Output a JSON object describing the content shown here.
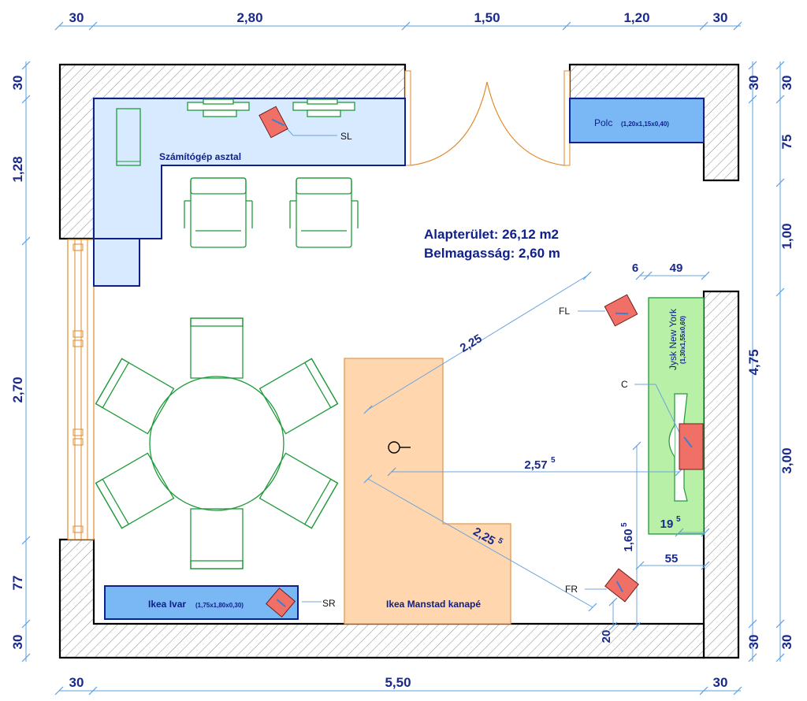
{
  "dimensions": {
    "top": [
      "30",
      "2,80",
      "1,50",
      "1,20",
      "30"
    ],
    "bottom": [
      "30",
      "5,50",
      "30"
    ],
    "left": [
      "30",
      "1,28",
      "2,70",
      "77",
      "30"
    ],
    "right_outer": [
      "30",
      "75",
      "1,00",
      "3,00",
      "30"
    ],
    "right_inner": [
      "30",
      "4,75",
      "30"
    ],
    "niche_small": "6",
    "niche_tv": "49",
    "dist_fl": "2,25",
    "dist_fr": "2,25",
    "dist_fr_sup": "5",
    "dist_c": "2,57",
    "dist_c_sup": "5",
    "fr_side": "1,60",
    "fr_side_sup": "5",
    "c_offset": "19",
    "c_offset_sup": "5",
    "fr_depth": "55",
    "fr_wall": "20"
  },
  "room": {
    "area": "Alapterület: 26,12 m2",
    "height": "Belmagasság: 2,60 m"
  },
  "furniture": {
    "desk": "Számítógép asztal",
    "shelf": "Polc",
    "shelf_size": "(1,20x1,15x0,40)",
    "cabinet": "Ikea Ivar",
    "cabinet_size": "(1,75x1,80x0,30)",
    "sofa": "Ikea Manstad kanapé",
    "tv_stand": "Jysk New York",
    "tv_stand_size": "(1,30x1,55x0,60)"
  },
  "speakers": {
    "sl": "SL",
    "fl": "FL",
    "c": "C",
    "fr": "FR",
    "sr": "SR"
  }
}
